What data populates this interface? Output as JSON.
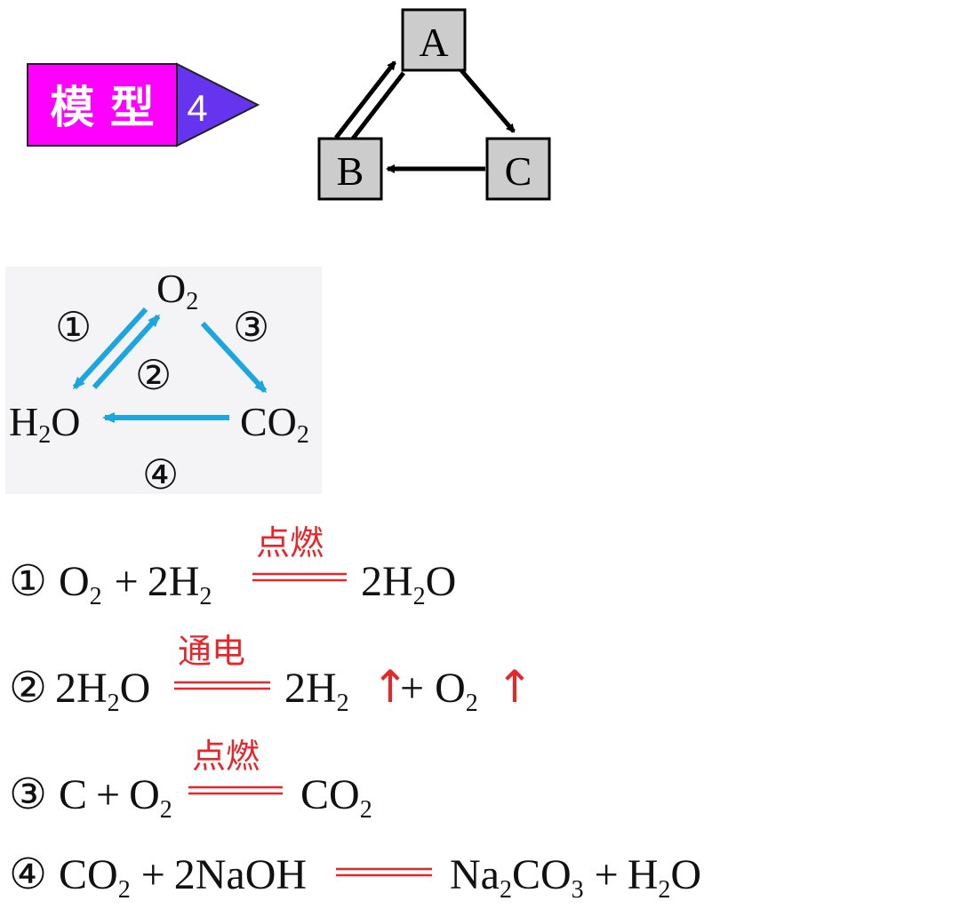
{
  "model_badge": {
    "title": "模 型",
    "number": "4",
    "colors": {
      "title_bg": "#ff00ff",
      "number_bg": "#6633ee",
      "title_text": "#ffffff",
      "number_text": "#ffffff"
    }
  },
  "abc_diagram": {
    "nodes": {
      "a": "A",
      "b": "B",
      "c": "C"
    },
    "edges": [
      {
        "from": "A",
        "to": "B"
      },
      {
        "from": "B",
        "to": "A"
      },
      {
        "from": "A",
        "to": "C"
      },
      {
        "from": "C",
        "to": "B"
      }
    ],
    "colors": {
      "box_fill": "#cccccc",
      "box_stroke": "#000000",
      "arrow": "#000000"
    }
  },
  "oxygen_cycle": {
    "nodes": {
      "o2": {
        "base": "O",
        "sub": "2"
      },
      "h2o": {
        "h": "H",
        "sub": "2",
        "tail": "O"
      },
      "co2": {
        "base": "CO",
        "sub": "2"
      }
    },
    "step_labels": {
      "s1": "①",
      "s2": "②",
      "s3": "③",
      "s4": "④"
    },
    "edges": [
      {
        "step": "①",
        "from": "O2",
        "to": "H2O"
      },
      {
        "step": "②",
        "from": "H2O",
        "to": "O2"
      },
      {
        "step": "③",
        "from": "O2",
        "to": "CO2"
      },
      {
        "step": "④",
        "from": "CO2",
        "to": "H2O"
      }
    ],
    "colors": {
      "arrow": "#1ca6df",
      "background": "#f4f4f6"
    }
  },
  "equations": [
    {
      "num": "①",
      "condition": "点燃"
    },
    {
      "num": "②",
      "condition": "通电"
    },
    {
      "num": "③",
      "condition": "点燃"
    },
    {
      "num": "④",
      "condition": ""
    }
  ],
  "eq_tokens": {
    "eq1": {
      "lhs1": "O",
      "lhs1_sub": "2",
      "plus": "+",
      "coef": "2H",
      "coef_sub": "2",
      "rhs_a": "2H",
      "rhs_sub": "2",
      "rhs_b": "O"
    },
    "eq2": {
      "lhs_a": "2H",
      "lhs_sub": "2",
      "lhs_b": "O",
      "rhs1": "2H",
      "rhs1_sub": "2",
      "gas": "↑",
      "plus": "+",
      "rhs2": "O",
      "rhs2_sub": "2",
      "gas2": "↑"
    },
    "eq3": {
      "lhs1": "C",
      "plus": "+",
      "lhs2": "O",
      "lhs2_sub": "2",
      "rhs": "CO",
      "rhs_sub": "2"
    },
    "eq4": {
      "lhs1": "CO",
      "lhs1_sub": "2",
      "plus": "+",
      "lhs2": "2NaOH",
      "rhs1": "Na",
      "rhs1_sub": "2",
      "rhs1b": "CO",
      "rhs1b_sub": "3",
      "plus2": "+",
      "rhs2": "H",
      "rhs2_sub": "2",
      "rhs2b": "O"
    }
  },
  "colors": {
    "condition": "#e8262a",
    "text": "#111111"
  }
}
